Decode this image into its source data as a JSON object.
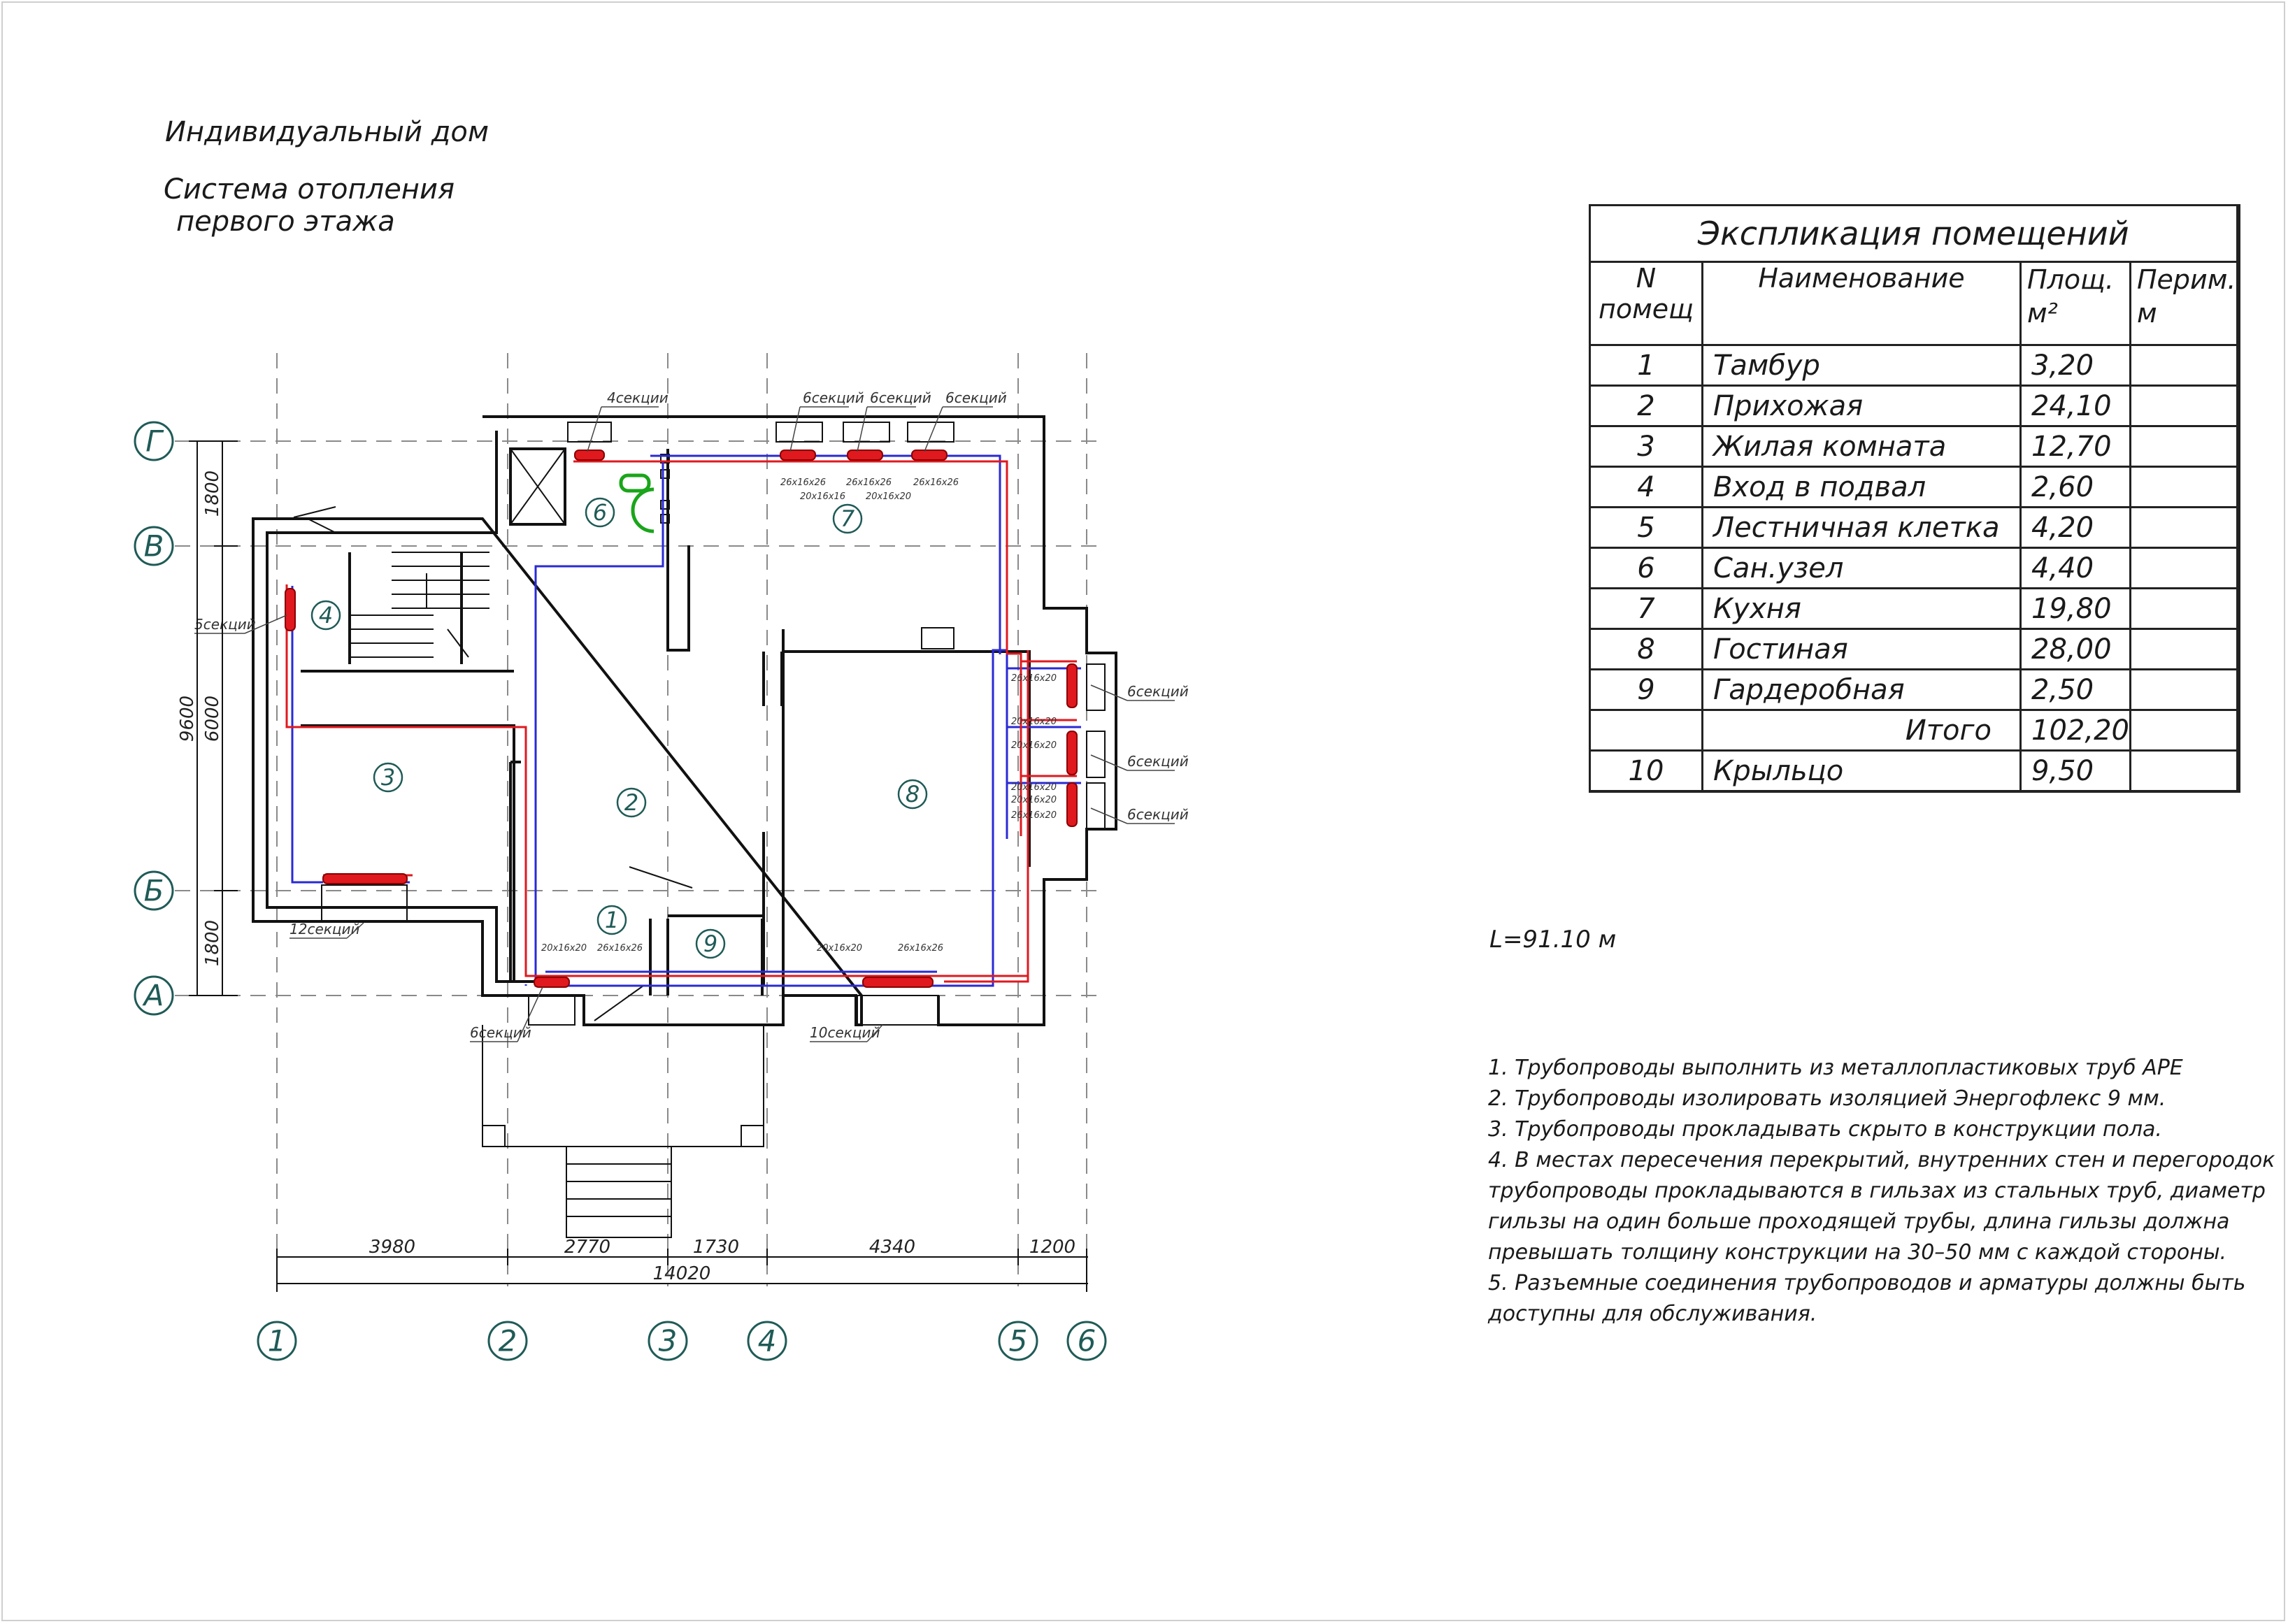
{
  "titles": {
    "line1": "Индивидуальный дом",
    "line2": "Система отопления",
    "line3": "первого этажа"
  },
  "axes": {
    "vertical": [
      "1",
      "2",
      "3",
      "4",
      "5",
      "6"
    ],
    "horizontal": [
      "Г",
      "В",
      "Б",
      "А"
    ]
  },
  "dimensions": {
    "bottom": [
      "3980",
      "2770",
      "1730",
      "4340",
      "1200"
    ],
    "bottom_total": "14020",
    "left": [
      "1800",
      "6000",
      "1800"
    ],
    "left_total": "9600"
  },
  "rooms": [
    "1",
    "2",
    "3",
    "4",
    "6",
    "7",
    "8",
    "9"
  ],
  "radiators": {
    "r4": "4секции",
    "k1": "6секций",
    "k2": "6секций",
    "k3": "6секций",
    "st": "5секций",
    "g1": "6секций",
    "g2": "6секций",
    "g3": "6секций",
    "room3": "12секций",
    "entry": "6секций",
    "liv": "10секций"
  },
  "pipe_labels": {
    "k_a": "26х16х26",
    "k_b": "20х16х16",
    "k_c": "26х16х26",
    "k_d": "20х16х20",
    "k_e": "26х16х26",
    "g_a": "26х16х20",
    "g_b": "20х16х20",
    "g_c": "20х16х20",
    "g_d": "20х16х20",
    "g_e": "20х16х20",
    "g_f": "26х16х20",
    "e_a": "20х16х20",
    "e_b": "26х16х26",
    "l_a": "20х16х20",
    "l_b": "26х16х26"
  },
  "explication": {
    "title": "Экспликация помещений",
    "headers": {
      "num": "N помещ",
      "name": "Наименование",
      "area1": "Площ.",
      "area2": "м²",
      "perim1": "Перим.",
      "perim2": "м"
    },
    "rows": [
      {
        "num": "1",
        "name": "Тамбур",
        "area": "3,20"
      },
      {
        "num": "2",
        "name": "Прихожая",
        "area": "24,10"
      },
      {
        "num": "3",
        "name": "Жилая комната",
        "area": "12,70"
      },
      {
        "num": "4",
        "name": "Вход в подвал",
        "area": "2,60"
      },
      {
        "num": "5",
        "name": "Лестничная клетка",
        "area": "4,20"
      },
      {
        "num": "6",
        "name": "Сан.узел",
        "area": "4,40"
      },
      {
        "num": "7",
        "name": "Кухня",
        "area": "19,80"
      },
      {
        "num": "8",
        "name": "Гостиная",
        "area": "28,00"
      },
      {
        "num": "9",
        "name": "Гардеробная",
        "area": "2,50"
      }
    ],
    "total_label": "Итого",
    "total_value": "102,20",
    "extra": {
      "num": "10",
      "name": "Крыльцо",
      "area": "9,50"
    }
  },
  "pipe_length": "L=91.10 м",
  "notes": [
    "1. Трубопроводы выполнить из металлопластиковых труб АРЕ",
    "2. Трубопроводы изолировать изоляцией Энергофлекс 9 мм.",
    "3. Трубопроводы прокладывать скрыто в конструкции пола.",
    "4. В местах пересечения перекрытий, внутренних стен и перегородок",
    "трубопроводы прокладываются в гильзах из стальных труб, диаметр",
    "гильзы на один больше проходящей трубы, длина гильзы должна",
    "превышать толщину конструкции на 30–50 мм с каждой стороны.",
    "5. Разъемные соединения трубопроводов и арматуры должны быть",
    "доступны для обслуживания."
  ],
  "colors": {
    "supply_pipe": "#e0191f",
    "return_pipe": "#2a2ad6",
    "radiator": "#e0191f",
    "axis_bubble": "#1f5b57",
    "wall": "#111111",
    "axis_line": "#8a8a8a",
    "fixture": "#1aa51a"
  }
}
